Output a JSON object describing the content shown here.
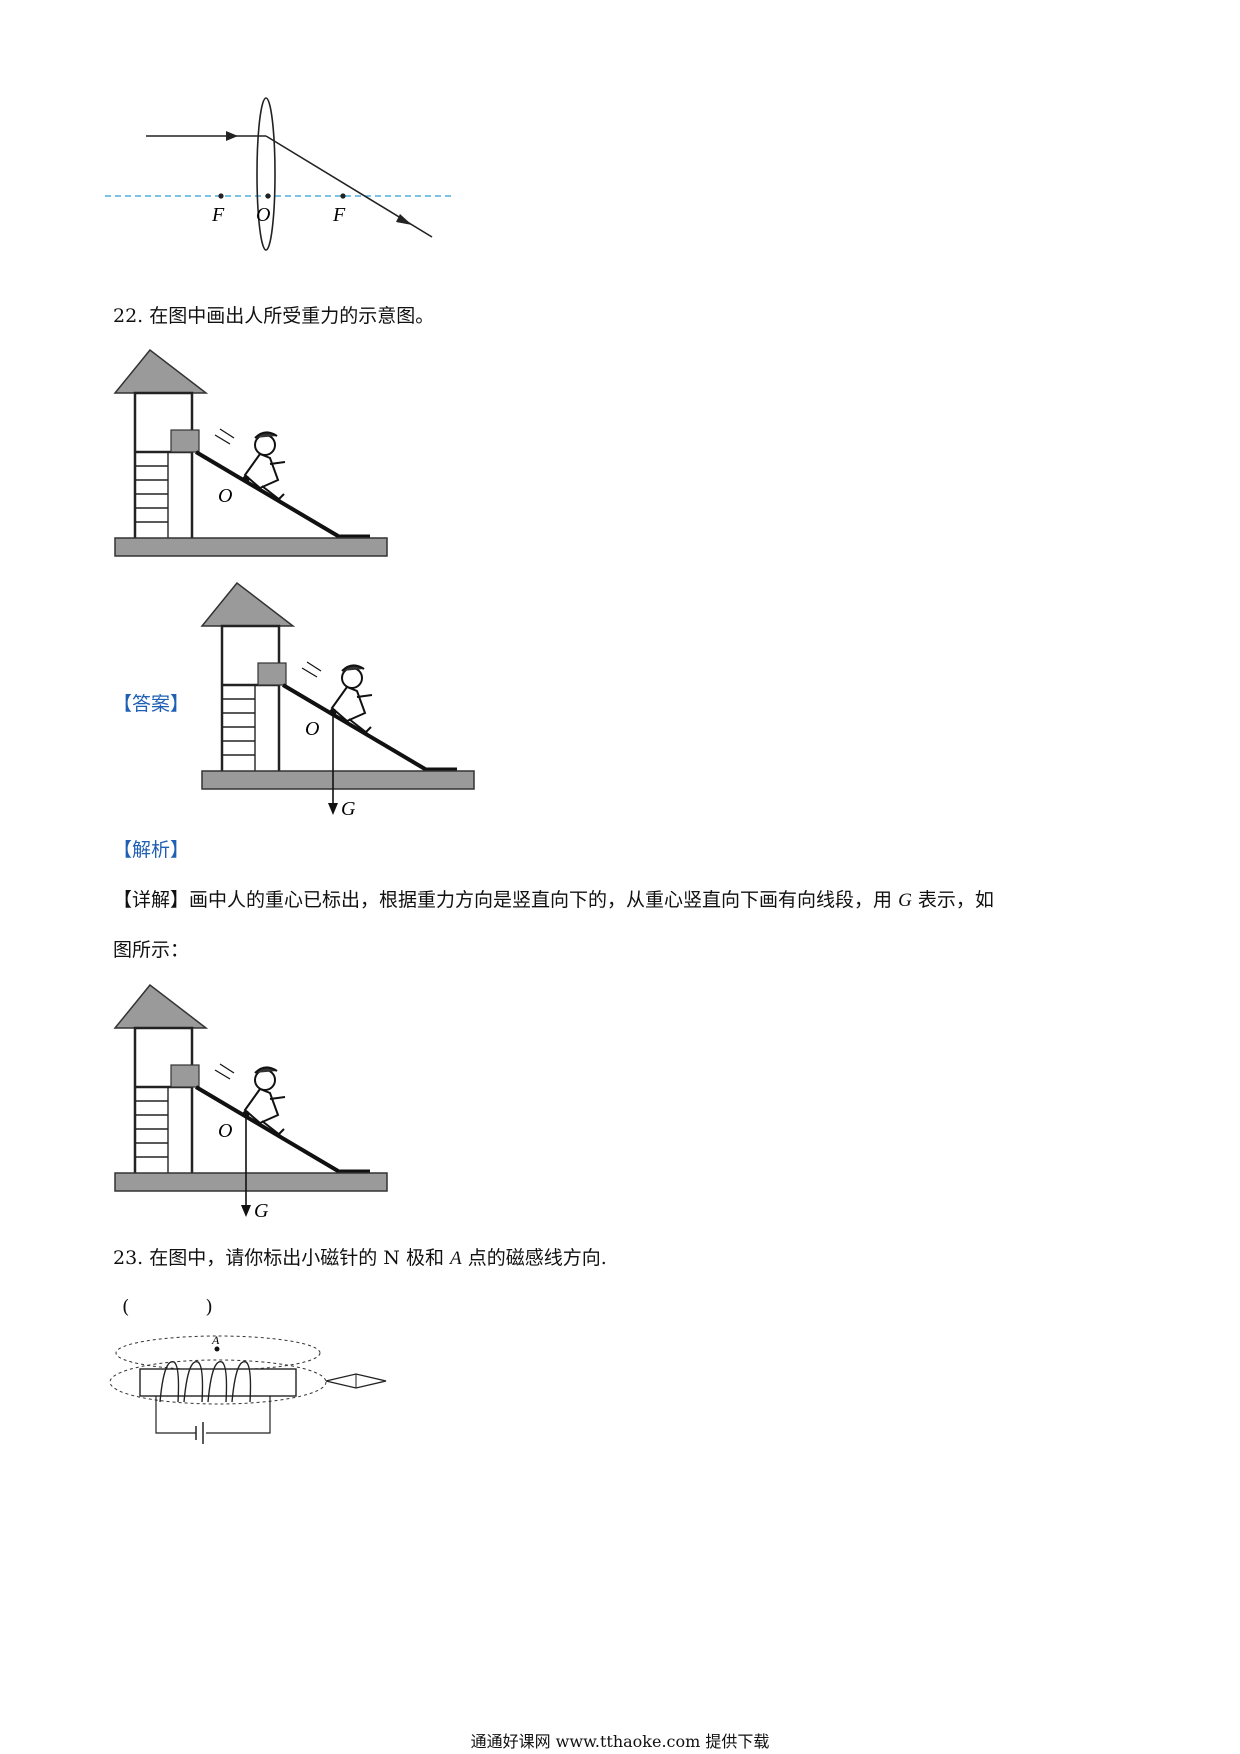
{
  "lens_figure": {
    "labels": {
      "focus_left": "F",
      "center": "O",
      "focus_right": "F"
    }
  },
  "q22": {
    "number": "22.",
    "text": "在图中画出人所受重力的示意图。",
    "figure": {
      "point_label": "O"
    }
  },
  "answer": {
    "tag": "【答案】",
    "figure": {
      "point_label": "O",
      "force_label": "G"
    }
  },
  "analysis": {
    "tag": "【解析】"
  },
  "detail": {
    "tag": "【详解】",
    "text_before": "画中人的重心已标出，根据重力方向是竖直向下的，从重心竖直向下画有向线段，用",
    "symbol": "G",
    "text_after": "表示，如",
    "text_line2": "图所示：",
    "figure": {
      "point_label": "O",
      "force_label": "G"
    }
  },
  "q23": {
    "number": "23.",
    "text_before": "在图中，请你标出小磁针的 N 极和",
    "symbol": "A",
    "text_after": "点的磁感线方向.",
    "blank": "(　　　　)",
    "figure": {
      "point_label": "A"
    }
  },
  "footer": {
    "text": "通通好课网  www.tthaoke.com  提供下载"
  },
  "colors": {
    "tag": "#1f5fb4",
    "axis_dashed": "#2a9fd6",
    "fill_gray": "#9a9a9a"
  }
}
